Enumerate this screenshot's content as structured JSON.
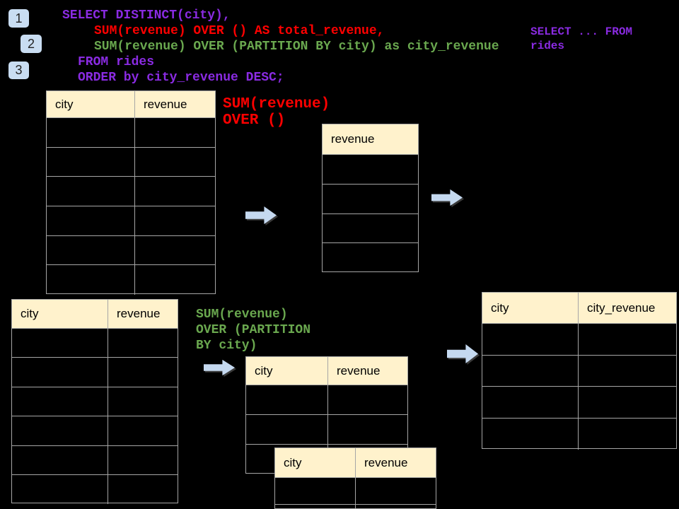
{
  "colors": {
    "purple": "#8A2BE2",
    "red": "#FF0000",
    "green": "#6AA84F",
    "header_bg": "#FFF2CC",
    "border": "#A6A6A6",
    "arrow": "#C5D9F0",
    "badge_bg": "#C9DDF2"
  },
  "steps": [
    {
      "label": "1"
    },
    {
      "label": "2"
    },
    {
      "label": "3"
    }
  ],
  "sql": {
    "lines": [
      {
        "text": "SELECT DISTINCT(city),",
        "color": "purple"
      },
      {
        "text": "SUM(revenue) OVER () AS total_revenue,",
        "color": "red"
      },
      {
        "text": "SUM(revenue) OVER (PARTITION BY city) as city_revenue",
        "color": "green"
      },
      {
        "text": "FROM rides",
        "color": "purple"
      },
      {
        "text": "ORDER by city_revenue DESC;",
        "color": "purple"
      }
    ]
  },
  "side_note": {
    "line1": "SELECT ... FROM",
    "line2": "rides"
  },
  "annotations": {
    "total": {
      "line1": "SUM(revenue)",
      "line2": "OVER ()"
    },
    "partition": {
      "line1": "SUM(revenue)",
      "line2": "OVER (PARTITION",
      "line3": "BY city)"
    }
  },
  "tables": {
    "source_top": {
      "headers": [
        "city",
        "revenue"
      ],
      "rows": 6
    },
    "total_result": {
      "headers": [
        "revenue"
      ],
      "rows": 4
    },
    "source_bottom": {
      "headers": [
        "city",
        "revenue"
      ],
      "rows": 6
    },
    "partition_mid": {
      "headers": [
        "city",
        "revenue"
      ],
      "rows": 3
    },
    "partition_overlap": {
      "headers": [
        "city",
        "revenue"
      ],
      "rows": 2
    },
    "city_revenue_result": {
      "headers": [
        "city",
        "city_revenue"
      ],
      "rows": 4
    }
  }
}
